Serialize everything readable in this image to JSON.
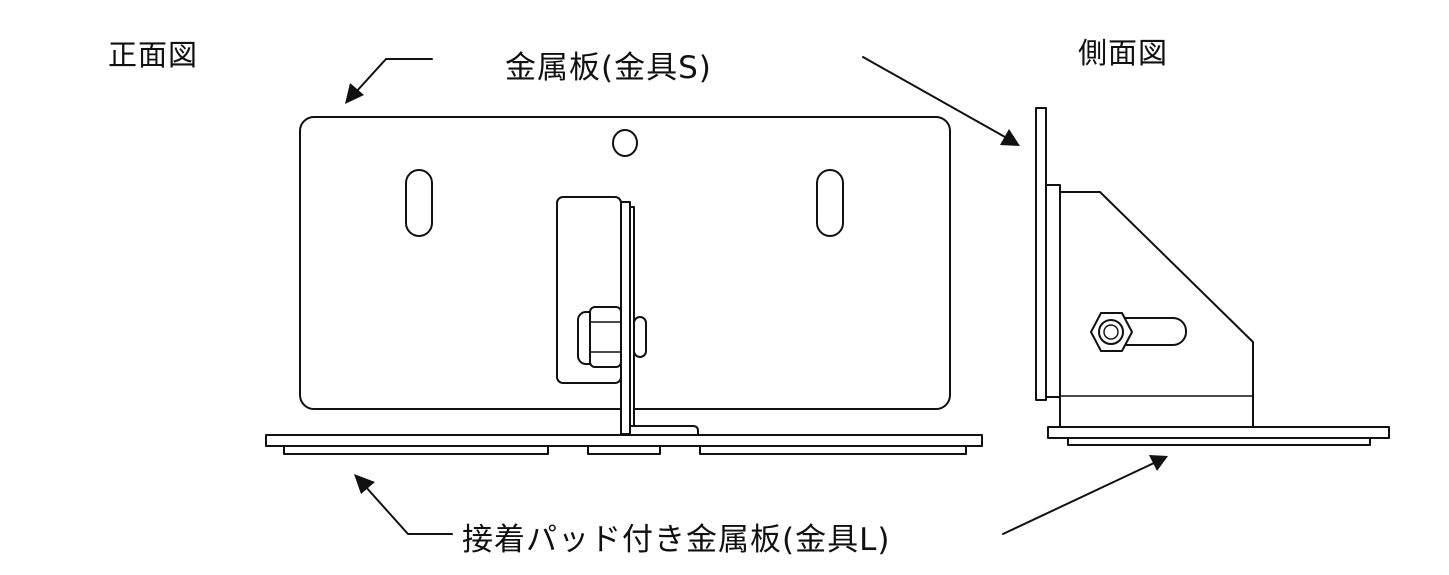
{
  "labels": {
    "front_view": "正面図",
    "side_view": "側面図",
    "metal_plate_s": "金属板(金具S)",
    "metal_plate_l": "接着パッド付き金属板(金具L)"
  },
  "colors": {
    "line": "#111111",
    "background": "#ffffff"
  }
}
